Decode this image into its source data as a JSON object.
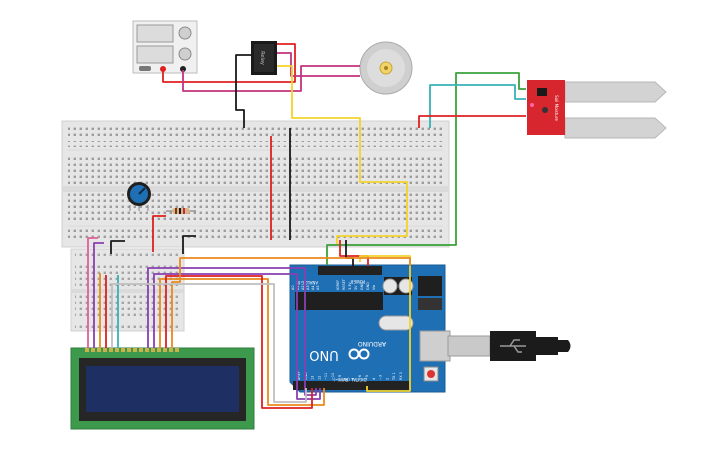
{
  "arduino": {
    "model": "UNO",
    "brand": "ARDUINO",
    "power_header": "POWER",
    "analog_header": "ANALOG IN",
    "digital_header": "DIGITAL (PWM~)",
    "power_pins": [
      "IOREF",
      "RESET",
      "3.3V",
      "5V",
      "GND",
      "GND",
      "Vin"
    ],
    "analog_pins": [
      "A0",
      "A1",
      "A2",
      "A3",
      "A4",
      "A5"
    ],
    "digital_pins": [
      "AREF",
      "GND",
      "13",
      "12",
      "~11",
      "~10",
      "~9",
      "8",
      "7",
      "~6",
      "~5",
      "4",
      "~3",
      "2",
      "TX 1",
      "RX 0"
    ]
  },
  "relay": {
    "label": "Relay"
  },
  "moisture": {
    "label": "Soil Moisture"
  },
  "colors": {
    "red": "#e02020",
    "black": "#1a1a1a",
    "yellow": "#f3d32a",
    "magenta": "#c2337f",
    "green": "#3aa23a",
    "teal": "#37b2b8",
    "orange": "#e98a1c",
    "purple": "#8a3fb2",
    "pink": "#e0609a",
    "board": "#1f6fb5",
    "lcd_frame": "#3d9a4c",
    "lcd_screen": "#1d2f63",
    "sensor": "#d8262f"
  }
}
